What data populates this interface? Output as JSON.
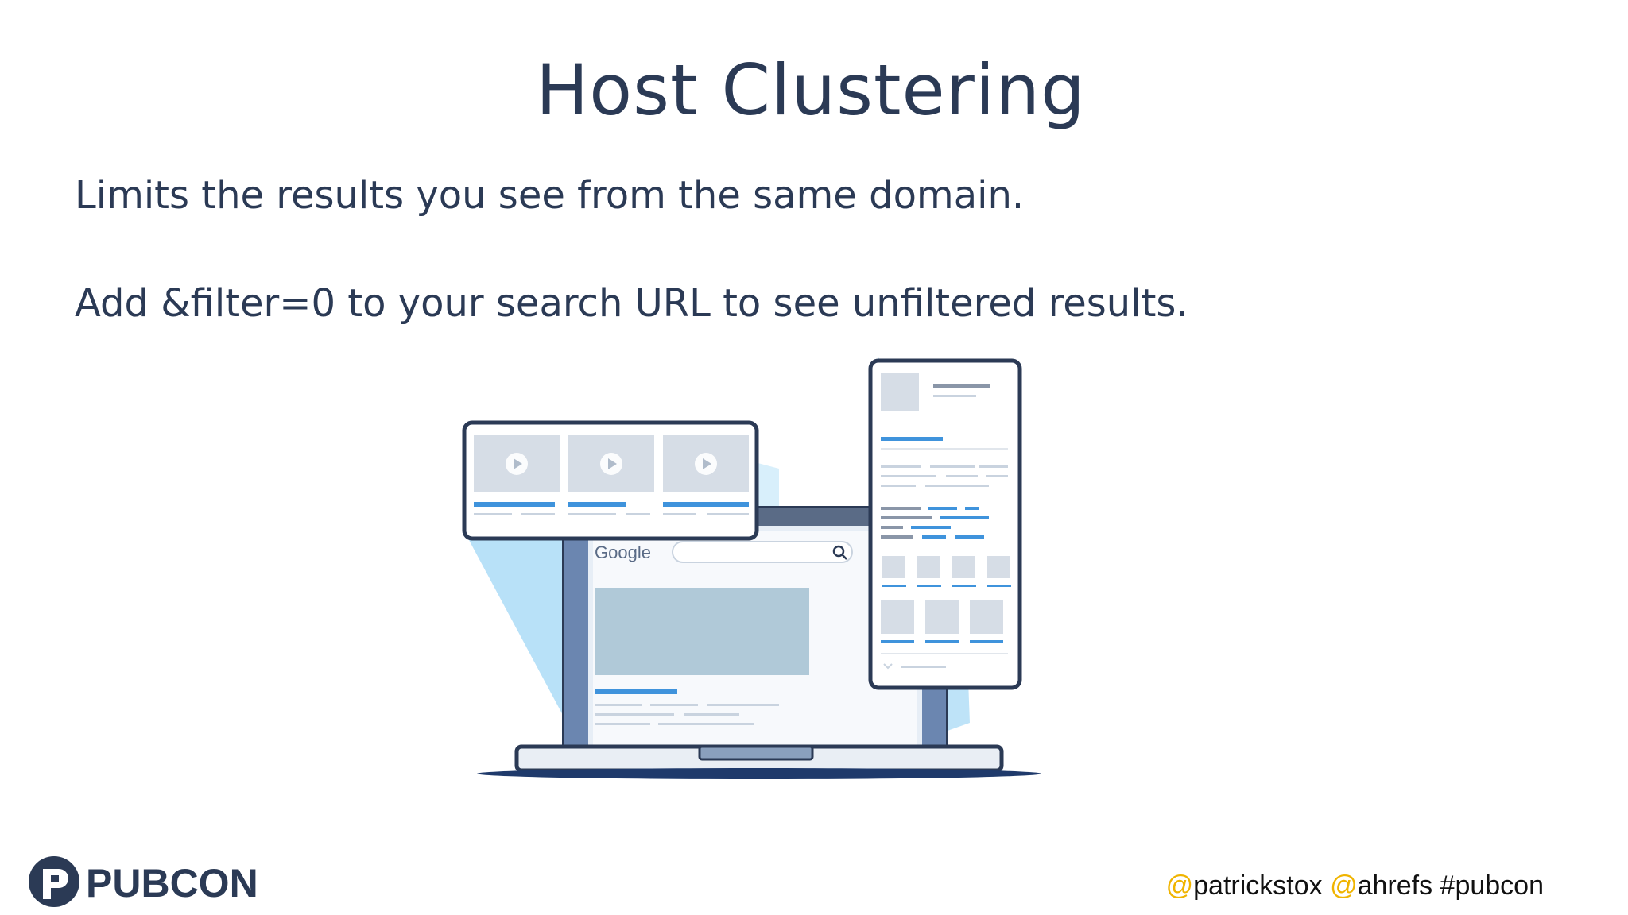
{
  "slide": {
    "title": "Host Clustering",
    "bullets": [
      "Limits the results you see from the same domain.",
      "Add &filter=0 to your search URL to see unfiltered results."
    ]
  },
  "illustration": {
    "search_brand": "Google",
    "icons": [
      "play-icon",
      "search-icon",
      "laptop-icon"
    ]
  },
  "footer": {
    "logo_text": "PUBCON",
    "credit": {
      "at_symbol": "@",
      "handle_1": "patrickstox",
      "handle_2": "ahrefs",
      "hashtag": " #pubcon"
    }
  },
  "colors": {
    "title": "#2b3a55",
    "accent_blue": "#3f93dc",
    "handle_at": "#f0b400"
  }
}
